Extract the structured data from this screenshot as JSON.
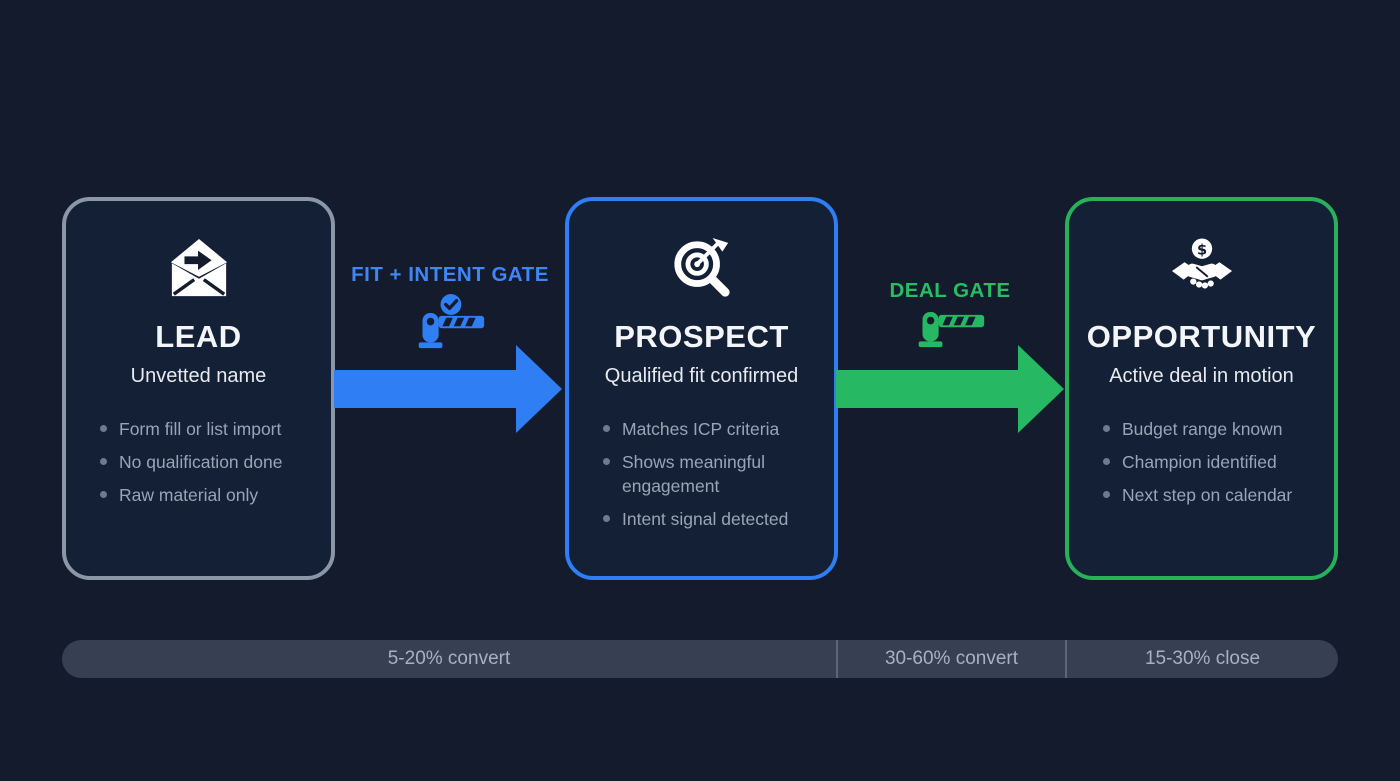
{
  "colors": {
    "background": "#131b2d",
    "card_background": "#142035",
    "lead_border": "#8b96a7",
    "blue_accent": "#2f7ef4",
    "blue_label": "#3f86f6",
    "green_accent": "#27b863",
    "green_label": "#28bd62",
    "title_text": "#f3f5f8",
    "subtitle_text": "#e7ebf1",
    "bullet_text": "#9aa4b6",
    "bar_background": "#364052",
    "bar_text": "#a9b1c1"
  },
  "stages": [
    {
      "id": "lead",
      "icon": "mail-forward-icon",
      "title": "LEAD",
      "subtitle": "Unvetted name",
      "bullets": [
        "Form fill or list import",
        "No qualification done",
        "Raw material only"
      ]
    },
    {
      "id": "prospect",
      "icon": "target-search-icon",
      "title": "PROSPECT",
      "subtitle": "Qualified fit confirmed",
      "bullets": [
        "Matches ICP criteria",
        "Shows meaningful engagement",
        "Intent signal detected"
      ]
    },
    {
      "id": "opportunity",
      "icon": "handshake-dollar-icon",
      "title": "OPPORTUNITY",
      "subtitle": "Active deal in motion",
      "bullets": [
        "Budget range known",
        "Champion identified",
        "Next step on calendar"
      ]
    }
  ],
  "gates": [
    {
      "label": "FIT + INTENT GATE",
      "icon": "barrier-check-icon",
      "color": "#3f86f6"
    },
    {
      "label": "DEAL GATE",
      "icon": "barrier-icon",
      "color": "#28bd62"
    }
  ],
  "metrics": {
    "segments": [
      {
        "label": "5-20% convert"
      },
      {
        "label": "30-60% convert"
      },
      {
        "label": "15-30% close"
      }
    ]
  }
}
